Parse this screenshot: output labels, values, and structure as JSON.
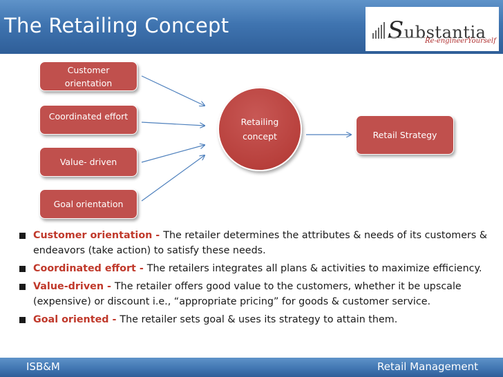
{
  "header": {
    "title": "The Retailing Concept"
  },
  "logo": {
    "name_initial": "S",
    "name_rest": "ubstantia",
    "tagline": "Re-engineerYourself"
  },
  "diagram": {
    "inputs": [
      "Customer\norientation",
      "Coordinated effort",
      "Value- driven",
      "Goal orientation"
    ],
    "center": "Retailing\nconcept",
    "output": "Retail Strategy"
  },
  "bullets": [
    {
      "term": "Customer orientation",
      "sep": " - ",
      "text": "The retailer determines the attributes & needs of its customers & endeavors (take action) to satisfy these needs."
    },
    {
      "term": "Coordinated effort",
      "sep": " - ",
      "text": "The retailers integrates all plans & activities to maximize efficiency."
    },
    {
      "term": "Value-driven",
      "sep": " - ",
      "text": "The retailer offers good value to the customers, whether it be upscale (expensive) or discount i.e.,  “appropriate pricing” for goods & customer service."
    },
    {
      "term": "Goal oriented",
      "sep": " - ",
      "text": "The retailer sets goal & uses its strategy to attain them."
    }
  ],
  "footer": {
    "left": "ISB&M",
    "right": "Retail Management"
  },
  "colors": {
    "header": "#3f74b0",
    "box": "#c0504d",
    "term": "#c0392b"
  }
}
